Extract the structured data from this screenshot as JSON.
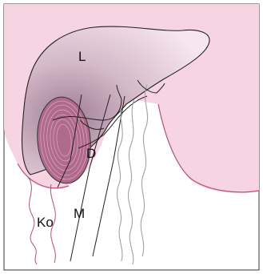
{
  "labels": {
    "liver": "L",
    "duodenum": "D",
    "kidney": "Ko",
    "muscle": "M"
  },
  "colors": {
    "body_pink": "#f6d3e0",
    "liver_light": "#fbe8ef",
    "liver_dark": "#a98aa0",
    "kidney_fill": "#b06a8c",
    "outline": "#222222",
    "frame": "#333333"
  }
}
